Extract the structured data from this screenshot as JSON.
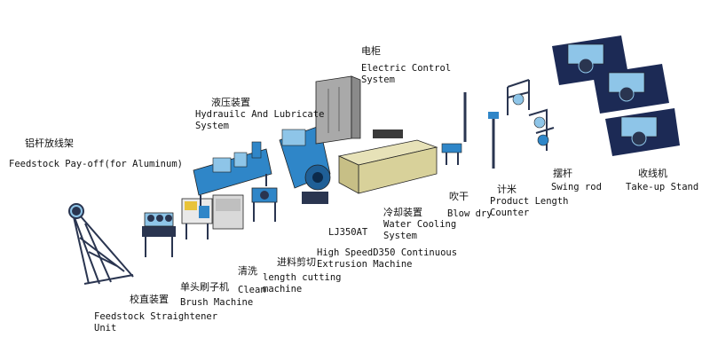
{
  "labels": {
    "payoff": {
      "zh": "铝杆放线架",
      "en": "Feedstock Pay-off(for Aluminum)"
    },
    "straightener": {
      "zh": "校直装置",
      "en": "Feedstock Straightener\nUnit"
    },
    "brush": {
      "zh": "单头刷子机",
      "en": "Brush Machine"
    },
    "clean": {
      "zh": "清洗",
      "en": "Clean"
    },
    "cutting": {
      "zh": "进料剪切",
      "en": "length cutting\nmachine"
    },
    "hydraulic": {
      "zh": "液压装置",
      "en": "Hydrauilc And Lubricate\nSystem"
    },
    "extrusion": {
      "model": "LJ350AT",
      "en": "High SpeedD350 Continuous\nExtrusion Machine"
    },
    "control": {
      "zh": "电柜",
      "en": "Electric Control\nSystem"
    },
    "cooling": {
      "zh": "冷却装置",
      "en": "Water Cooling\nSystem"
    },
    "blow": {
      "zh": "吹干",
      "en": "Blow dry"
    },
    "counter": {
      "zh": "计米",
      "en": "Product Length\nCounter"
    },
    "swing": {
      "zh": "摆杆",
      "en": "Swing rod"
    },
    "takeup": {
      "zh": "收线机",
      "en": "Take-up Stand"
    }
  },
  "colors": {
    "machine_blue": "#2f86c8",
    "machine_light": "#8ec5e8",
    "frame_dark": "#2a3550",
    "cabinet_grey": "#a9a9a9",
    "cooling_olive": "#d8d19a",
    "takeup_navy": "#1c2a55",
    "outline": "#222222"
  }
}
